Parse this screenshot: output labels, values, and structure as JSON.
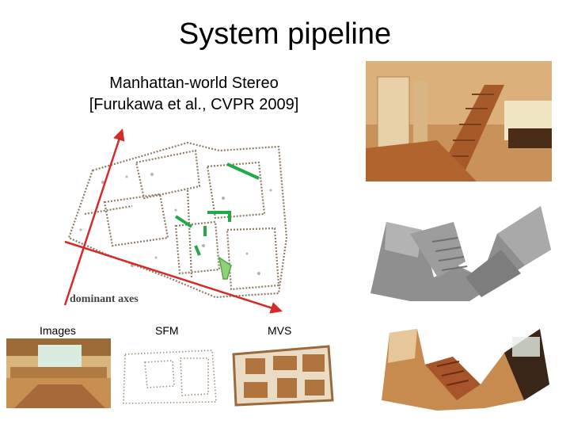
{
  "slide": {
    "title": "System pipeline",
    "subtitle_line1": "Manhattan-world Stereo",
    "subtitle_line2": "[Furukawa et al., CVPR 2009]"
  },
  "figure": {
    "dominant_axes_label": "dominant axes",
    "axis_color": "#d42a2a",
    "marker_color": "#23a84a"
  },
  "pipeline": {
    "labels": [
      "Images",
      "SFM",
      "MVS"
    ]
  }
}
